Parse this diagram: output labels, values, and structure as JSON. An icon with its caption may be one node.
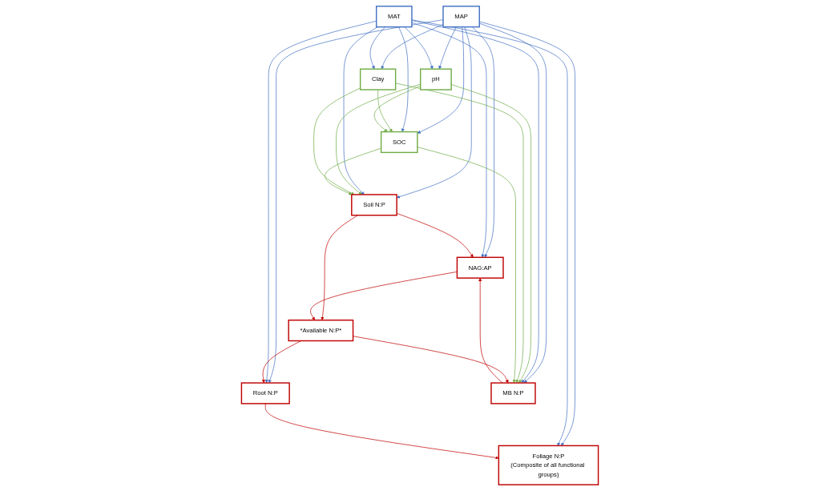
{
  "diagram": {
    "nodes": [
      {
        "text": [
          "MAP"
        ]
      },
      {
        "text": [
          "MAT"
        ]
      },
      {
        "text": [
          "pH"
        ]
      },
      {
        "text": [
          "Clay"
        ]
      },
      {
        "text": [
          "SOC"
        ]
      },
      {
        "text": [
          "Foliage N:P",
          "(Composite of all functional groups)"
        ]
      },
      {
        "text": [
          "Root N:P"
        ]
      },
      {
        "text": [
          "Soil N:P"
        ]
      },
      {
        "text": [
          "MB N:P"
        ]
      },
      {
        "text": [
          "*Available N:P*"
        ]
      },
      {
        "text": [
          "NAG:AP"
        ]
      }
    ],
    "edges": [
      {
        "from": 0,
        "to": 5,
        "arrow": "to"
      },
      {
        "from": 0,
        "to": 6,
        "arrow": "to"
      },
      {
        "from": 0,
        "to": 10,
        "arrow": "to"
      },
      {
        "from": 0,
        "to": 2,
        "arrow": "to"
      },
      {
        "from": 0,
        "to": 3,
        "arrow": "to"
      },
      {
        "from": 0,
        "to": 4,
        "arrow": "to"
      },
      {
        "from": 0,
        "to": 7,
        "arrow": "to"
      },
      {
        "from": 0,
        "to": 8,
        "arrow": "to"
      },
      {
        "from": 1,
        "to": 5,
        "arrow": "to"
      },
      {
        "from": 1,
        "to": 6,
        "arrow": "to"
      },
      {
        "from": 1,
        "to": 10,
        "arrow": "to"
      },
      {
        "from": 1,
        "to": 2,
        "arrow": "to"
      },
      {
        "from": 1,
        "to": 3,
        "arrow": "to"
      },
      {
        "from": 1,
        "to": 4,
        "arrow": "to"
      },
      {
        "from": 1,
        "to": 7,
        "arrow": "to"
      },
      {
        "from": 1,
        "to": 8,
        "arrow": "to"
      },
      {
        "from": 3,
        "to": 4,
        "arrow": "to",
        "color": "#70ad47"
      },
      {
        "from": 2,
        "to": 4,
        "arrow": "to",
        "color": "#70ad47"
      },
      {
        "from": 2,
        "to": 7,
        "arrow": "to",
        "color": "#70ad47"
      },
      {
        "from": 2,
        "to": 8,
        "arrow": "to",
        "color": "#70ad47"
      },
      {
        "from": 3,
        "to": 7,
        "arrow": "to",
        "color": "#70ad47"
      },
      {
        "from": 3,
        "to": 8,
        "arrow": "to",
        "color": "#70ad47"
      },
      {
        "from": 4,
        "to": 7,
        "arrow": "to",
        "color": "#70ad47"
      },
      {
        "from": 4,
        "to": 8,
        "arrow": "to",
        "color": "#70ad47"
      },
      {
        "from": 7,
        "to": 9,
        "arrow": "to",
        "color": "#c00000"
      },
      {
        "from": 9,
        "to": 8,
        "arrow": "to",
        "color": "#c00000"
      },
      {
        "from": 9,
        "to": 6,
        "arrow": "to",
        "color": "#c00000"
      },
      {
        "from": 10,
        "to": 9,
        "arrow": "to",
        "color": "#c00000"
      },
      {
        "from": 7,
        "to": 10,
        "arrow": "to",
        "color": "#c00000"
      },
      {
        "from": 8,
        "to": 10,
        "arrow": "to",
        "color": "#c00000"
      },
      {
        "from": 6,
        "to": 5,
        "arrow": "to",
        "color": "#c00000"
      }
    ]
  }
}
